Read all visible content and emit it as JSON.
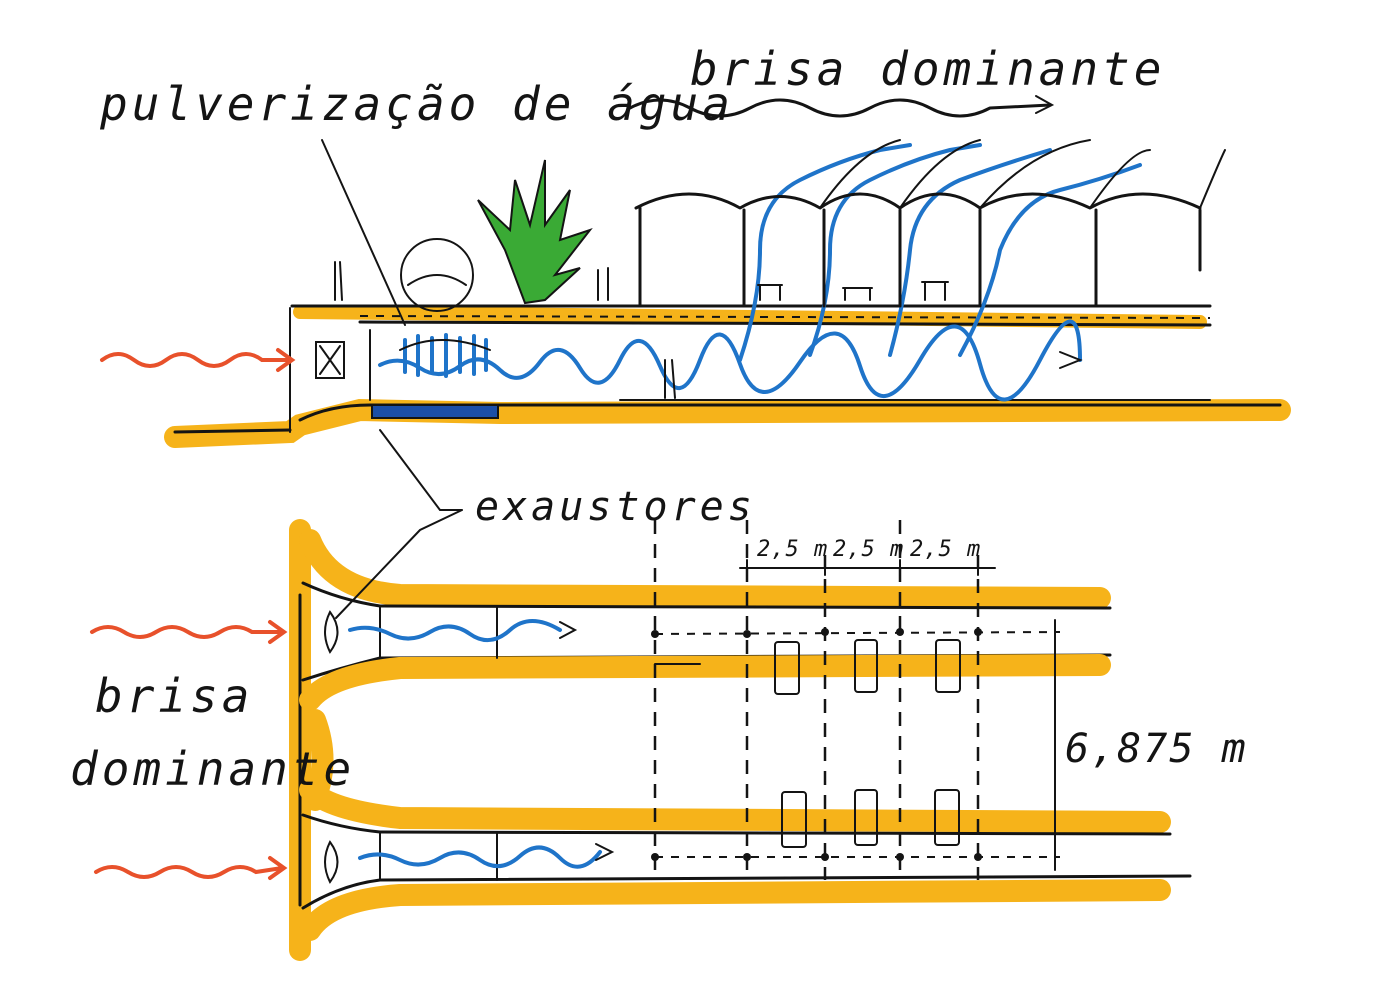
{
  "labels": {
    "water_spray": "pulverização de água",
    "prevailing_breeze_top": "brisa dominante",
    "exhausts": "exaustores",
    "prevailing_breeze_left_1": "brisa",
    "prevailing_breeze_left_2": "dominante",
    "dim_1": "2,5 m",
    "dim_2": "2,5 m",
    "dim_3": "2,5 m",
    "dim_height": "6,875 m"
  },
  "colors": {
    "ink": "#141414",
    "shading": "#f6b31a",
    "airflow": "#1f74c9",
    "incoming_wind": "#e8512b",
    "plant": "#3aaa35",
    "water_pool": "#1c4fa8"
  }
}
